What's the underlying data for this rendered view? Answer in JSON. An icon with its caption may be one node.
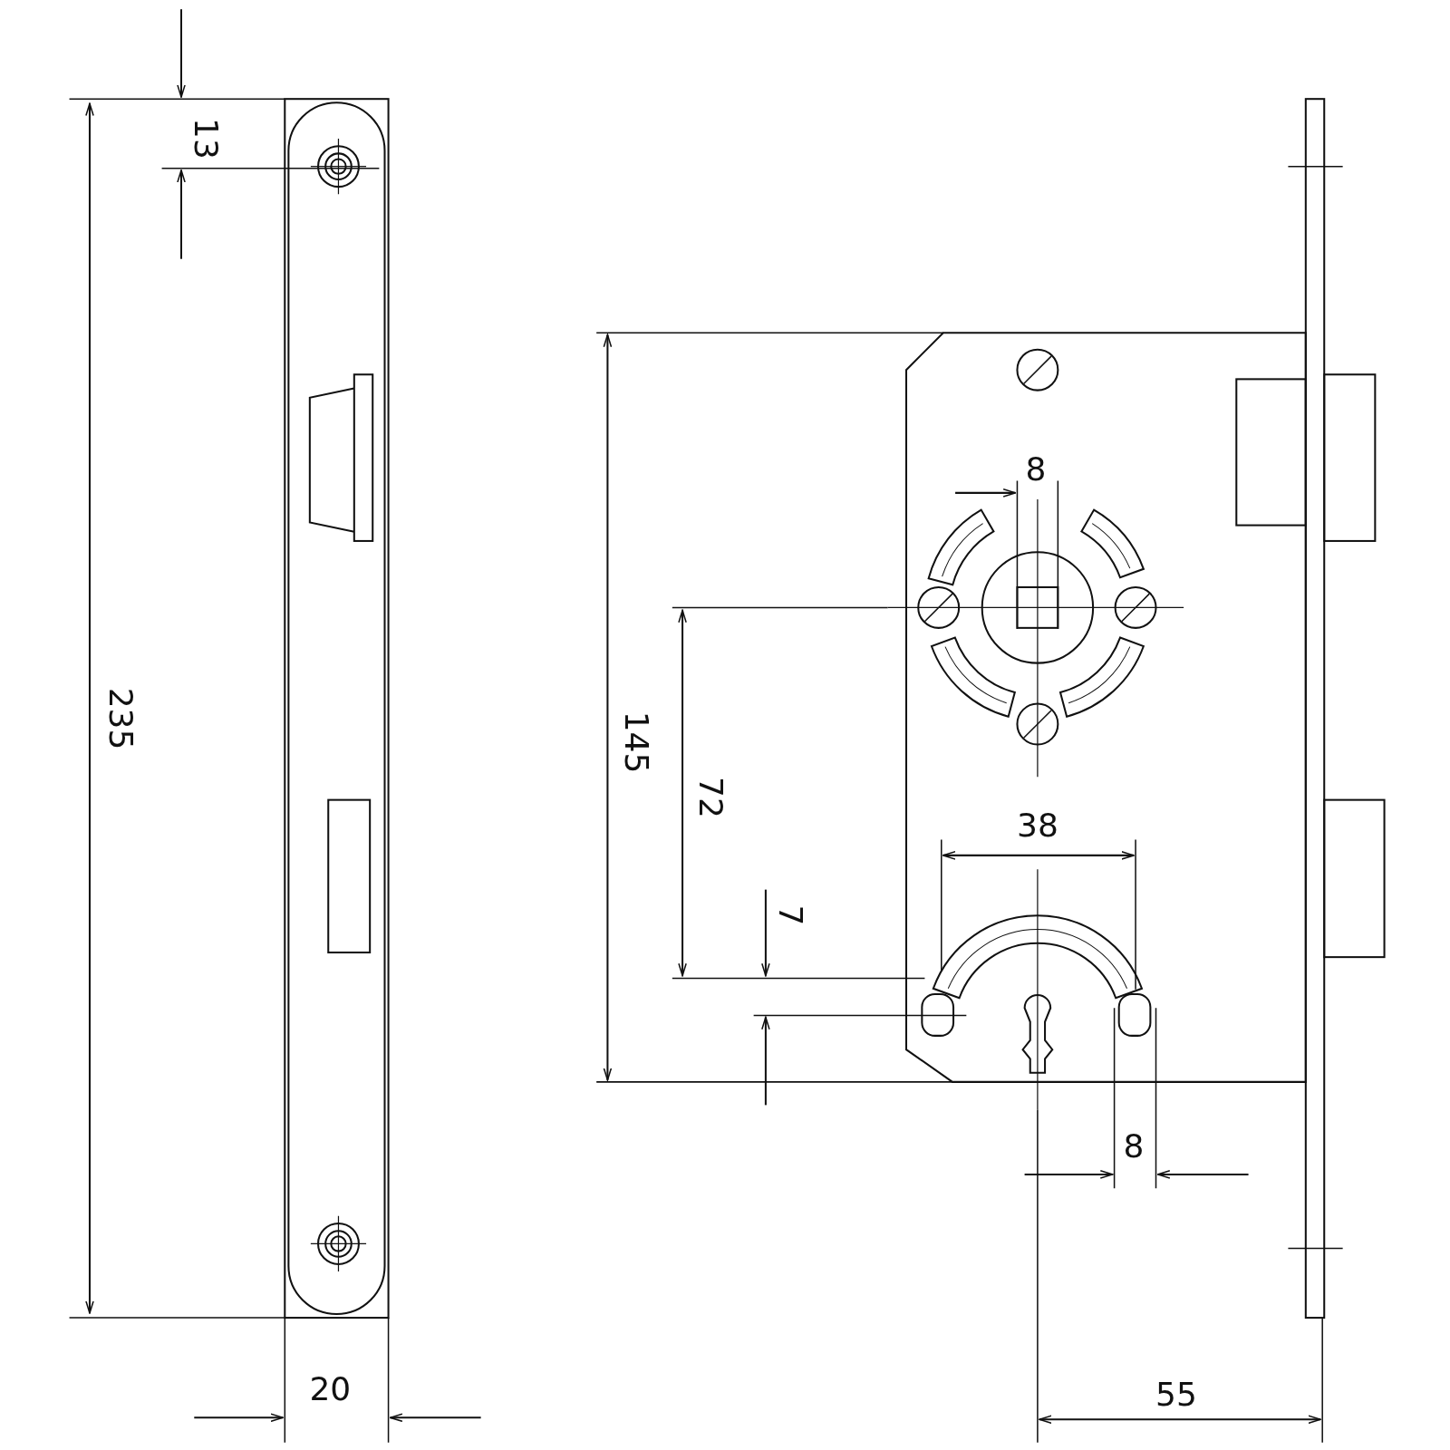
{
  "diagram": {
    "labels": [
      "13",
      "235",
      "20",
      "8",
      "145",
      "72",
      "38",
      "7",
      "8",
      "55"
    ]
  }
}
